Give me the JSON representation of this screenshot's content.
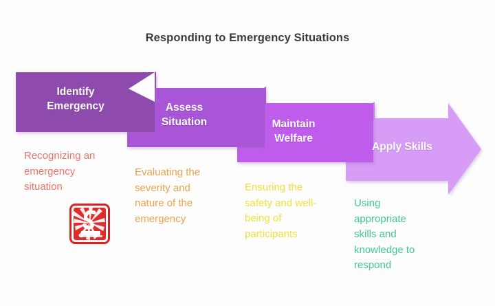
{
  "header": {
    "title": "Responding to Emergency Situations"
  },
  "colors": {
    "background": "#fdfdfd",
    "title_text": "#3c3c3c",
    "step_1_fill": "#8e4bad",
    "step_2_fill": "#a855d8",
    "step_3_fill": "#bf5ceb",
    "step_4_fill": "#d79cf5",
    "step_label_text": "#ffffff",
    "caption_1_text": "#f0726a",
    "caption_2_text": "#eda14a",
    "caption_3_text": "#f0e03a",
    "caption_4_text": "#3fc98f",
    "icon_red": "#e02b2b",
    "icon_border": "#d92121"
  },
  "diagram": {
    "type": "process-flow-arrows",
    "direction": "left-to-right-descending",
    "step_count": 4,
    "steps": [
      {
        "index": 1,
        "label": "Identify\nEmergency",
        "caption": "Recognizing an\nemergency\nsituation",
        "fill": "#8e4bad",
        "caption_color": "#f0726a",
        "icon": "fire-alarm-icon"
      },
      {
        "index": 2,
        "label": "Assess\nSituation",
        "caption": "Evaluating the\nseverity and\nnature of the\nemergency",
        "fill": "#a855d8",
        "caption_color": "#eda14a",
        "icon": null
      },
      {
        "index": 3,
        "label": "Maintain\nWelfare",
        "caption": "Ensuring the\nsafety and well-\nbeing of\nparticipants",
        "fill": "#bf5ceb",
        "caption_color": "#f0e03a",
        "icon": null
      },
      {
        "index": 4,
        "label": "Apply Skills",
        "caption": "Using\nappropriate\nskills and\nknowledge to\nrespond",
        "fill": "#d79cf5",
        "caption_color": "#3fc98f",
        "icon": null
      }
    ]
  },
  "icon": {
    "name": "fire-alarm-icon",
    "description": "red rounded square with radiating burst and white alarm bell hook"
  }
}
